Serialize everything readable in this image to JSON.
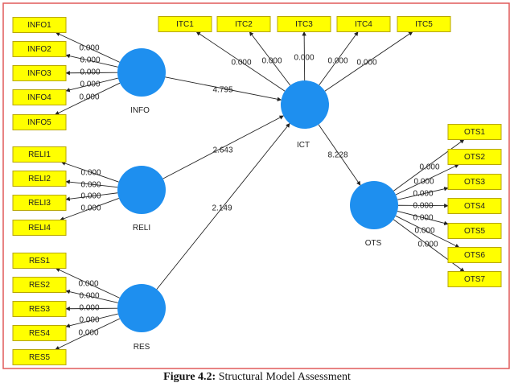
{
  "caption": {
    "label": "Figure 4.2:",
    "text": "Structural Model Assessment"
  },
  "colors": {
    "border": "#e05a5a",
    "latent_fill": "#1e8fef",
    "indicator_fill": "#ffff00"
  },
  "latent_variables": [
    {
      "id": "INFO",
      "label": "INFO"
    },
    {
      "id": "RELI",
      "label": "RELI"
    },
    {
      "id": "RES",
      "label": "RES"
    },
    {
      "id": "ICT",
      "label": "ICT"
    },
    {
      "id": "OTS",
      "label": "OTS"
    }
  ],
  "indicators": [
    {
      "id": "INFO1",
      "latent": "INFO",
      "weight": "0.000"
    },
    {
      "id": "INFO2",
      "latent": "INFO",
      "weight": "0.000"
    },
    {
      "id": "INFO3",
      "latent": "INFO",
      "weight": "0.000"
    },
    {
      "id": "INFO4",
      "latent": "INFO",
      "weight": "0.000"
    },
    {
      "id": "INFO5",
      "latent": "INFO",
      "weight": "0.000"
    },
    {
      "id": "RELI1",
      "latent": "RELI",
      "weight": "0.000"
    },
    {
      "id": "RELI2",
      "latent": "RELI",
      "weight": "0.000"
    },
    {
      "id": "RELI3",
      "latent": "RELI",
      "weight": "0.000"
    },
    {
      "id": "RELI4",
      "latent": "RELI",
      "weight": "0.000"
    },
    {
      "id": "RES1",
      "latent": "RES",
      "weight": "0.000"
    },
    {
      "id": "RES2",
      "latent": "RES",
      "weight": "0.000"
    },
    {
      "id": "RES3",
      "latent": "RES",
      "weight": "0.000"
    },
    {
      "id": "RES4",
      "latent": "RES",
      "weight": "0.000"
    },
    {
      "id": "RES5",
      "latent": "RES",
      "weight": "0.000"
    },
    {
      "id": "ITC1",
      "latent": "ICT",
      "weight": "0.000"
    },
    {
      "id": "ITC2",
      "latent": "ICT",
      "weight": "0.000"
    },
    {
      "id": "ITC3",
      "latent": "ICT",
      "weight": "0.000"
    },
    {
      "id": "ITC4",
      "latent": "ICT",
      "weight": "0.000"
    },
    {
      "id": "ITC5",
      "latent": "ICT",
      "weight": "0.000"
    },
    {
      "id": "OTS1",
      "latent": "OTS",
      "weight": "0.000"
    },
    {
      "id": "OTS2",
      "latent": "OTS",
      "weight": "0.000"
    },
    {
      "id": "OTS3",
      "latent": "OTS",
      "weight": "0.000"
    },
    {
      "id": "OTS4",
      "latent": "OTS",
      "weight": "0.000"
    },
    {
      "id": "OTS5",
      "latent": "OTS",
      "weight": "0.000"
    },
    {
      "id": "OTS6",
      "latent": "OTS",
      "weight": "0.000"
    },
    {
      "id": "OTS7",
      "latent": "OTS",
      "weight": "0.000"
    }
  ],
  "paths": [
    {
      "from": "INFO",
      "to": "ICT",
      "value": "4.795"
    },
    {
      "from": "RELI",
      "to": "ICT",
      "value": "2.643"
    },
    {
      "from": "RES",
      "to": "ICT",
      "value": "2.149"
    },
    {
      "from": "ICT",
      "to": "OTS",
      "value": "8.228"
    }
  ]
}
